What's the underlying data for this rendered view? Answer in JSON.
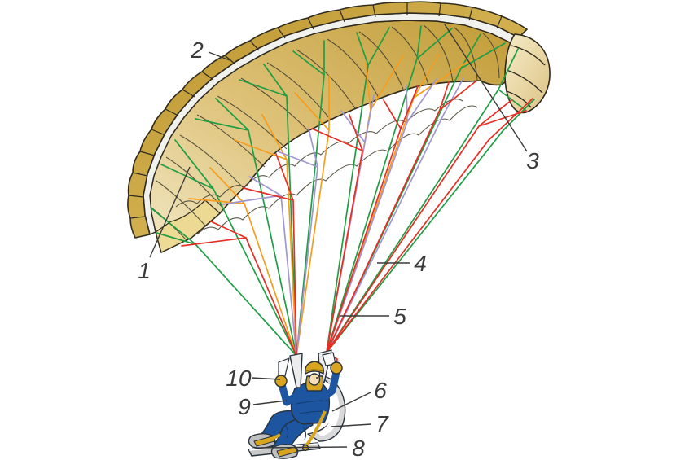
{
  "figure": {
    "description": "Labeled diagram of a paraglider wing with suspension lines and a pilot in harness",
    "label_count": 10
  },
  "labels": [
    {
      "id": "1",
      "text": "1"
    },
    {
      "id": "2",
      "text": "2"
    },
    {
      "id": "3",
      "text": "3"
    },
    {
      "id": "4",
      "text": "4"
    },
    {
      "id": "5",
      "text": "5"
    },
    {
      "id": "6",
      "text": "6"
    },
    {
      "id": "7",
      "text": "7"
    },
    {
      "id": "8",
      "text": "8"
    },
    {
      "id": "9",
      "text": "9"
    },
    {
      "id": "10",
      "text": "10"
    }
  ],
  "palette": {
    "line_green": "#1f9d44",
    "line_orange": "#f79c1d",
    "line_red": "#e62e24",
    "line_lavender": "#a096d0",
    "leader_dark": "#3a3a3a",
    "canopy_leading_edge": "#c39d38",
    "canopy_underside_light": "#f2e8c4",
    "canopy_underside_gold": "#c49d3c",
    "wing_tip_cream": "#eedfae",
    "cell_strip_white": "#f1f1ee",
    "pilot_suit_blue": "#1d55a0",
    "gear_gold": "#d7a51f",
    "harness_gray": "#d9d9d9",
    "board_gray": "#c9c9c9",
    "outline_dark": "#2e2a1e",
    "label_color": "#3a3a3a"
  }
}
